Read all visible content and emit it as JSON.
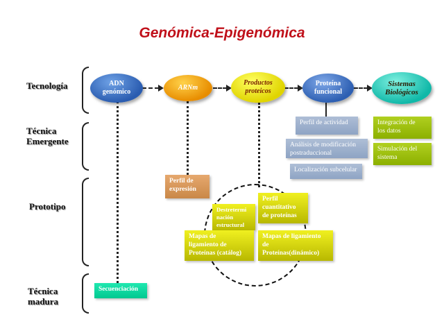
{
  "title": "Genómica-Epigenómica",
  "rows": {
    "tecnologia": "Tecnología",
    "emergente_1": "Técnica",
    "emergente_2": "Emergente",
    "prototipo": "Prototipo",
    "madura_1": "Técnica",
    "madura_2": "madura"
  },
  "nodes": {
    "adn_1": "ADN",
    "adn_2": "genómico",
    "arnm": "ARNm",
    "productos_1": "Productos",
    "productos_2": "proteicos",
    "proteina_1": "Proteína",
    "proteina_2": "funcional",
    "sistemas_1": "Sistemas",
    "sistemas_2": "Biológicos"
  },
  "boxes": {
    "perfil_actividad": "Perfil  de actividad",
    "analisis_1": "Análisis  de modificación",
    "analisis_2": "postraduccional",
    "localizacion": "Localización  subcelular",
    "integracion_1": "Integración  de",
    "integracion_2": "los datos",
    "simulacion_1": "Simulación  del",
    "simulacion_2": "sistema",
    "perfil_expresion_1": "Perfil de",
    "perfil_expresion_2": "expresión",
    "destretermi_1": "Destretermi",
    "destretermi_2": "nación",
    "destretermi_3": "estructural",
    "perfil_cuant_1": "Perfil",
    "perfil_cuant_2": "cuantitativo",
    "perfil_cuant_3": "de proteínas",
    "mapas_cat_1": "Mapas de",
    "mapas_cat_2": "ligamiento  de",
    "mapas_cat_3": "Proteínas  (catálog)",
    "mapas_din_1": "Mapas de ligamiento  de",
    "mapas_din_2": "Proteínas(dinámico)",
    "secuenciacion": "Secuenciación"
  },
  "colors": {
    "title": "#c0101a",
    "adn": "#2a5cb0",
    "arnm": "#e88d00",
    "productos": "#e0d400",
    "proteina": "#2d5fb2",
    "sistemas": "#10b8a8"
  }
}
